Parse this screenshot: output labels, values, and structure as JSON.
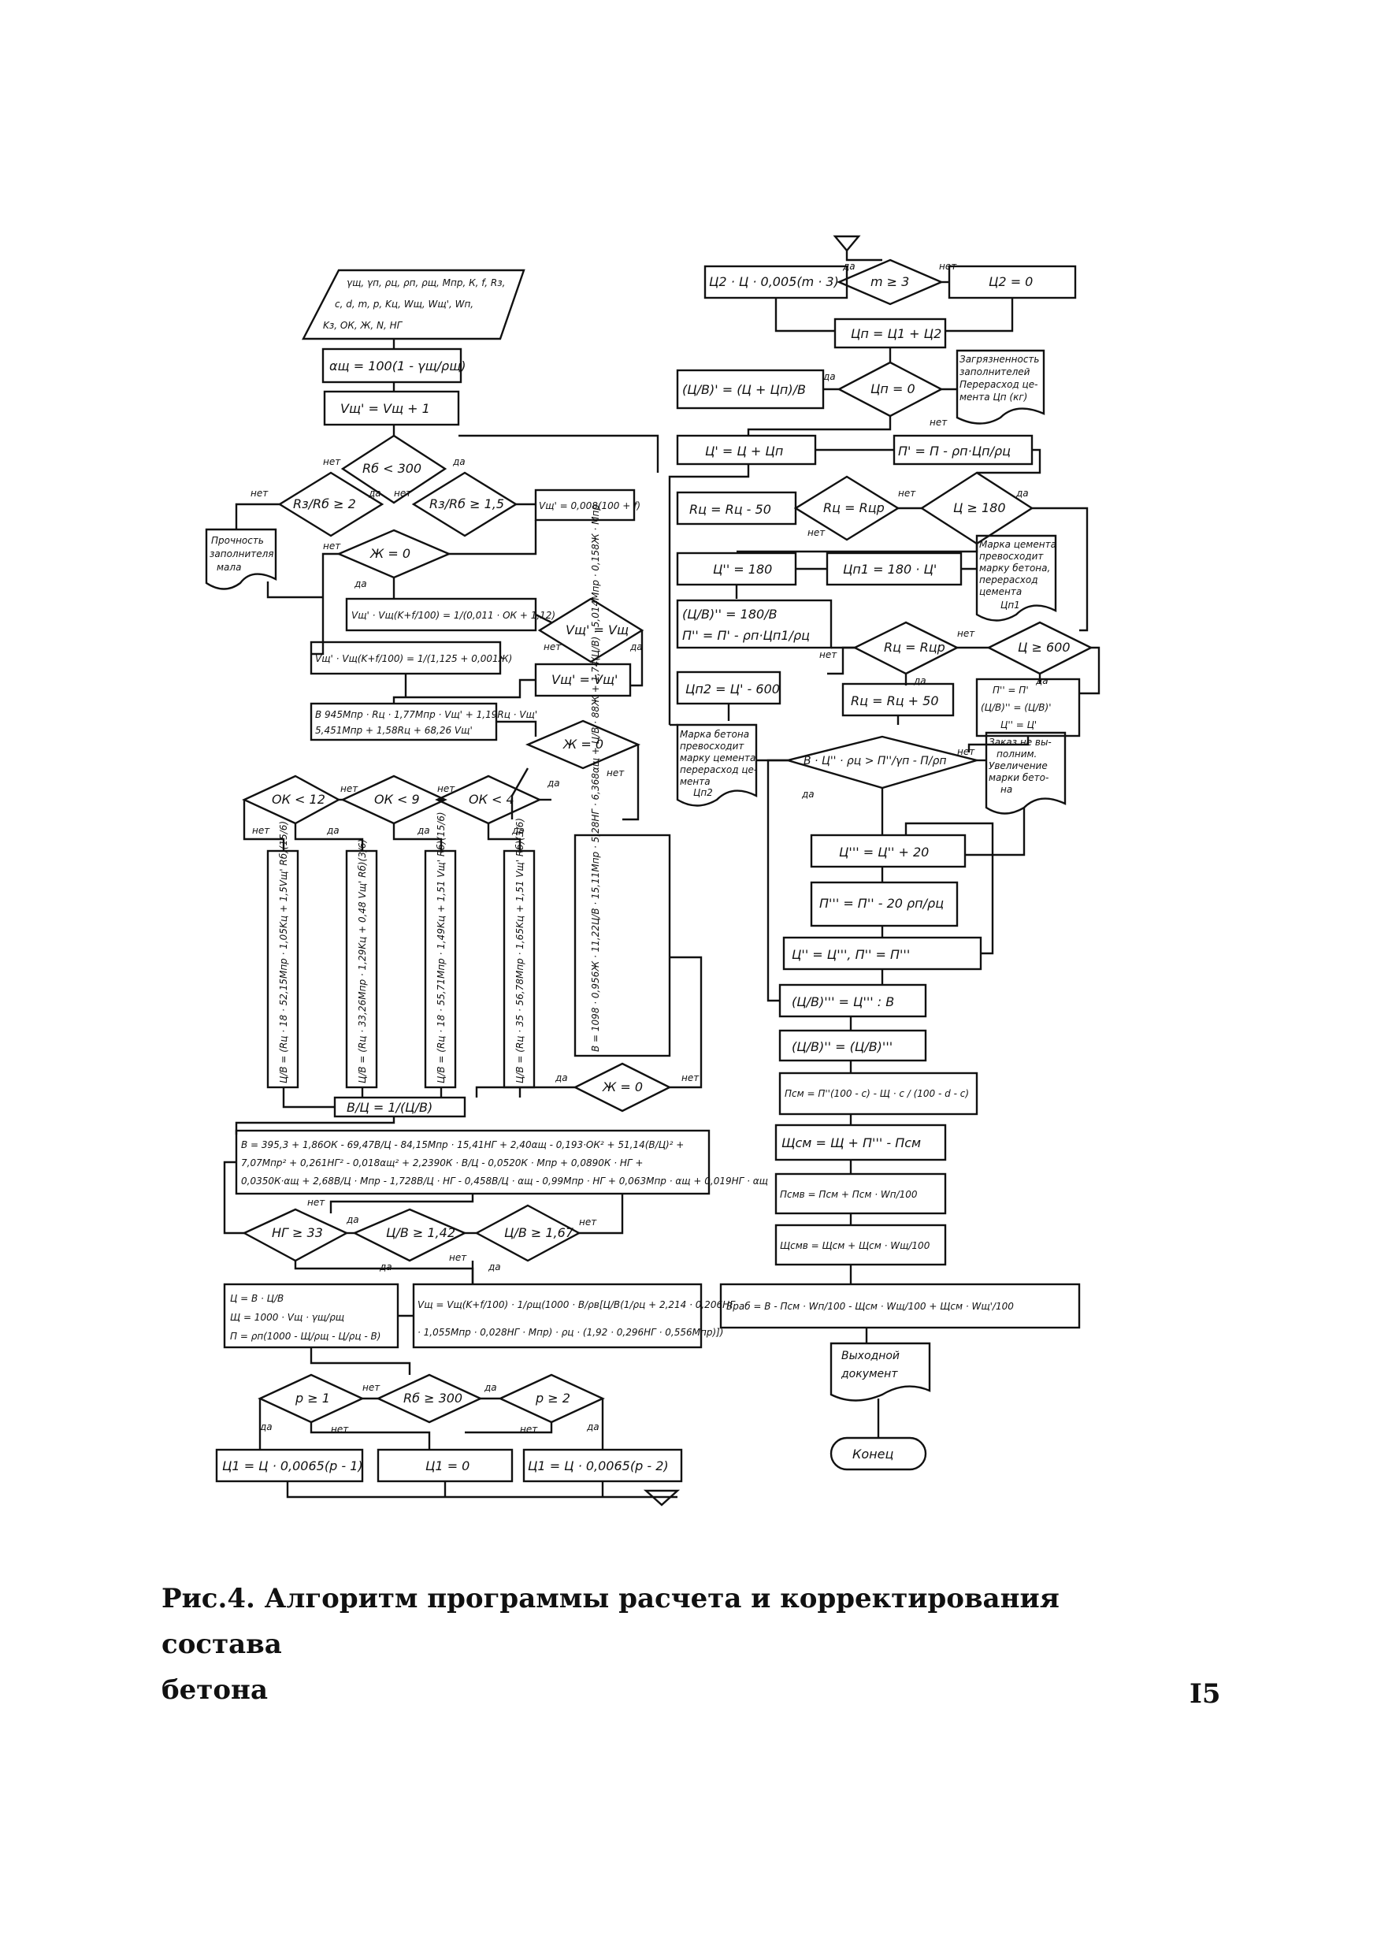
{
  "caption": {
    "line1": "Рис.4. Алгоритм программы расчета и корректирования состава",
    "line2": "бетона"
  },
  "page_number": "I5",
  "labels": {
    "yes": "да",
    "no": "нет"
  },
  "left_column": {
    "input_line1": "γщ, γп, ρц, ρп, ρщ, Mпр, К, f, Rз,",
    "input_line2": "c, d, m, p, Kц, Wщ, Wщ', Wп,",
    "input_line3": "Kз, ОК, Ж, N, НГ",
    "alpha": "αщ = 100(1 - γщ/ρщ)",
    "v_assign": "Vщ' = Vщ + 1",
    "cond_rb300": "Rб < 300",
    "cond_rs_rb2": "Rз/Rб ≥ 2",
    "cond_rs_rb15": "Rз/Rб ≥ 1,5",
    "v_formula1": "Vщ' = 0,008(100 + f)",
    "doc_strength1": "Прочность",
    "doc_strength2": "заполнителя",
    "doc_strength3": "мала",
    "cond_zh0": "Ж = 0",
    "v_formula2": "Vщ' · Vщ(K+f/100) = 1/(0,011 · ОК + 1,12)",
    "v_formula3": "Vщ' · Vщ(K+f/100) = 1/(1,125 + 0,001Ж)",
    "cond_v_eq": "Vщ' = Vщ",
    "v_assign2": "Vщ' = Vщ'",
    "b_formula1": "В 945Mпр · Rц · 1,77Mпр · Vщ' + 1,19Rц · Vщ'",
    "b_formula2": "5,451Mпр + 1,58Rц + 68,26 Vщ'",
    "cond_zh0_b": "Ж = 0",
    "cond_ok12": "ОК < 12",
    "cond_ok9": "ОК < 9",
    "cond_ok4": "ОК < 4",
    "col1": "Ц/В = (Rц · 18 · 52,15Mпр · 1,05Kц + 1,5Vщ' Rб)(15/6)",
    "col2": "Ц/В = (Rц · 33,26Mпр · 1,29Kц + 0,48 Vщ' Rб)(3/6)",
    "col3": "Ц/В = (Rц · 18 · 55,71Mпр · 1,49Kц + 1,51 Vщ' Rб)(15/6)",
    "col4": "Ц/В = (Rц · 35 · 56,78Mпр · 1,65Kц + 1,51 Vщ' Rб)(3/6)",
    "col5": "В = 1098 · 0,956Ж · 11,22Ц/В · 15,11Mпр · 5,28НГ · 6,368αщ + Ц/В · 88Ж + 1,74(Ц/В) · 5,014Mпр · 0,158Ж · Mпр",
    "cond_zh0_c": "Ж = 0",
    "b_over_c": "В/Ц = 1/(Ц/В)",
    "regress1": "В = 395,3 + 1,86ОК - 69,47В/Ц - 84,15Mпр · 15,41НГ + 2,40αщ - 0,193·ОК² + 51,14(В/Ц)² +",
    "regress2": "7,07Mпр² + 0,261НГ² - 0,018αщ² + 2,2390К · В/Ц - 0,0520К · Mпр + 0,0890К · НГ +",
    "regress3": "0,0350К·αщ + 2,68В/Ц · Mпр - 1,728В/Ц · НГ - 0,458В/Ц · αщ - 0,99Mпр · НГ + 0,063Mпр · αщ + 0,019НГ · αщ",
    "cond_ng33": "НГ ≥ 33",
    "cond_cb142": "Ц/В ≥ 1,42",
    "cond_cb167": "Ц/В ≥ 1,67",
    "calc1": "Ц = В · Ц/В",
    "calc2": "Щ = 1000 · Vщ · γщ/ρщ",
    "calc3": "П = ρп(1000 - Щ/ρщ - Ц/ρц - В)",
    "vol1": "Vщ = Vщ(K+f/100) · 1/ρщ(1000 · В/ρв[Ц/В(1/ρц + 2,214 · 0,206НГ",
    "vol2": "· 1,055Mпр · 0,028НГ · Mпр) · ρц · (1,92 · 0,296НГ · 0,556Mпр)])",
    "cond_p1": "p ≥ 1",
    "cond_rb300b": "Rб ≥ 300",
    "cond_p2": "p ≥ 2",
    "out1": "Ц1 = Ц · 0,0065(p - 1)",
    "out2": "Ц1 = 0",
    "out3": "Ц1 = Ц · 0,0065(p - 2)"
  },
  "right_column": {
    "c2_formula": "Ц2 · Ц · 0,005(m · 3)",
    "cond_m3": "m ≥ 3",
    "c2_zero": "Ц2 = 0",
    "cp_sum": "Цп = Ц1 + Ц2",
    "cb_formula": "(Ц/В)' = (Ц + Цп)/В",
    "cond_cp0": "Цп = 0",
    "doc_contam1": "Загрязненность",
    "doc_contam2": "заполнителей",
    "doc_contam3": "Перерасход це-",
    "doc_contam4": "мента Цп (кг)",
    "c_prime": "Ц' = Ц + Цп",
    "p_prime": "П' = П - ρп·Цп/ρц",
    "rc_minus50": "Rц = Rц - 50",
    "cond_rc_rcp": "Rц = Rцр",
    "cond_c180": "Ц ≥ 180",
    "c_dd180": "Ц'' = 180",
    "cp1_formula": "Цп1 = 180 · Ц'",
    "doc_brand1": "Марка цемента",
    "doc_brand2": "превосходит",
    "doc_brand3": "марку бетона,",
    "doc_brand4": "перерасход",
    "doc_brand5": "цемента",
    "doc_brand6": "Цп1",
    "cb_dd": "(Ц/В)'' = 180/В",
    "p_dd": "П'' = П' - ρп·Цп1/ρц",
    "cond_rc_rcp2": "Rц = Rцр",
    "cond_c600": "Ц ≥ 600",
    "p_assign1": "П'' = П'",
    "p_assign2": "(Ц/В)'' = (Ц/В)'",
    "p_assign3": "Ц'' = Ц'",
    "cp2_formula": "Цп2 = Ц' - 600",
    "rc_plus50": "Rц = Rц + 50",
    "doc_over1": "Марка бетона",
    "doc_over2": "превосходит",
    "doc_over3": "марку цемента,",
    "doc_over4": "перерасход це-",
    "doc_over5": "мента",
    "doc_over6": "Цп2",
    "cond_big": "В · Ц'' · ρц > П''/γп - П/ρп",
    "doc_order1": "Заказ не вы-",
    "doc_order2": "полним.",
    "doc_order3": "Увеличение",
    "doc_order4": "марки бето-",
    "doc_order5": "на",
    "c_ddd": "Ц''' = Ц'' + 20",
    "p_ddd": "П''' = П'' - 20 ρп/ρц",
    "assign_cp": "Ц'' = Ц''',    П'' = П'''",
    "cb_ddd": "(Ц/В)''' = Ц''' : В",
    "cb_assign": "(Ц/В)'' = (Ц/В)'''",
    "p_cm": "Псм = П''(100 - c) - Щ · c / (100 - d - c)",
    "sh_cm": "Щсм = Щ + П''' - Псм",
    "p_cmv": "Псмв = Псм + Псм · Wп/100",
    "sh_cmv": "Щсмв = Щсм + Щсм · Wщ/100",
    "b_rab": "Враб = В - Псм · Wп/100 - Щсм · Wщ/100 + Щсм · Wщ'/100",
    "out_doc1": "Выходной",
    "out_doc2": "документ",
    "end": "Конец"
  }
}
